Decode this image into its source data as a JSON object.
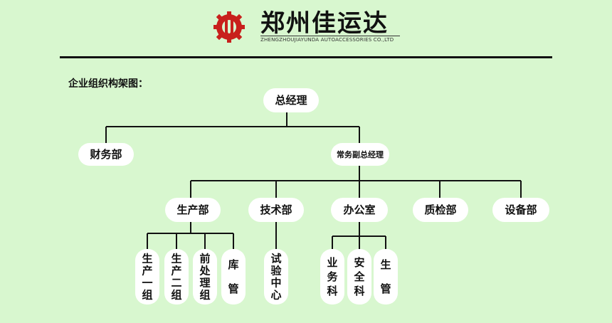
{
  "header": {
    "company_name": "郑州佳运达",
    "company_name_en": "ZHENGZHOUJIAYUNDA AUTOACCESSORIES CO.,LTD",
    "logo_color": "#c8201c"
  },
  "section_title": "企业组织构架图：",
  "org": {
    "root": "总经理",
    "level1": [
      "财务部",
      "常务副总经理"
    ],
    "level2": [
      "生产部",
      "技术部",
      "办公室",
      "质检部",
      "设备部"
    ],
    "production_sub": [
      "生产一组",
      "生产二组",
      "前处理组",
      "库管"
    ],
    "tech_sub": [
      "试验中心"
    ],
    "office_sub": [
      "业务科",
      "安全科",
      "生管"
    ]
  },
  "colors": {
    "background": "#d8f7cf",
    "node": "#ffffff",
    "line": "#111111"
  }
}
